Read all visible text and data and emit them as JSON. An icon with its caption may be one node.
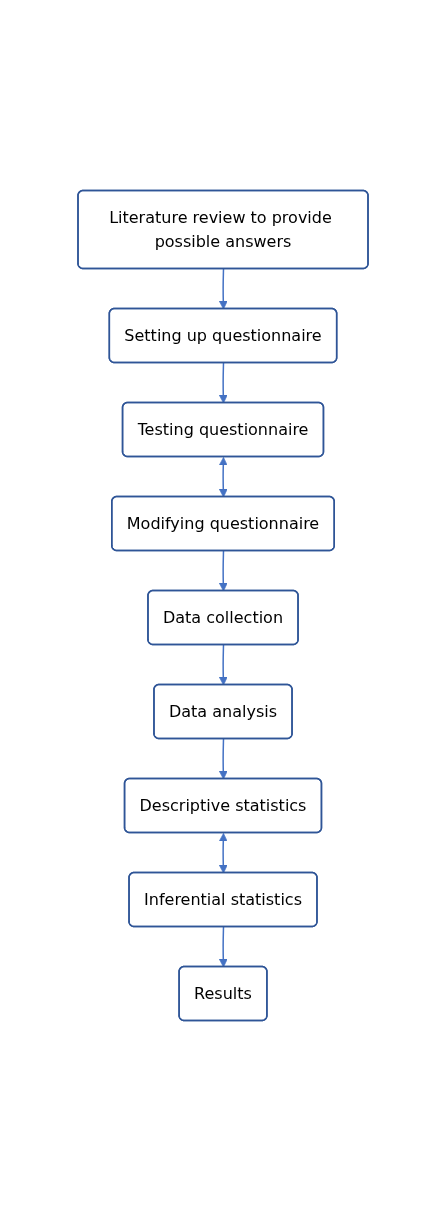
{
  "diagram": {
    "nodes": [
      {
        "text": [
          "Literature review to provide possible answers"
        ]
      },
      {
        "text": [
          "Setting up questionnaire"
        ]
      },
      {
        "text": [
          "Testing questionnaire"
        ]
      },
      {
        "text": [
          "Modifying questionnaire"
        ]
      },
      {
        "text": [
          "Data collection"
        ]
      },
      {
        "text": [
          "Data analysis"
        ]
      },
      {
        "text": [
          "Descriptive statistics"
        ]
      },
      {
        "text": [
          "Inferential statistics"
        ]
      },
      {
        "text": [
          "Results"
        ]
      }
    ],
    "edges": [
      {
        "from": 0,
        "to": 1,
        "arrow": "to"
      },
      {
        "from": 1,
        "to": 2,
        "arrow": "to"
      },
      {
        "from": 2,
        "to": 3,
        "arrow": "both"
      },
      {
        "from": 3,
        "to": 4,
        "arrow": "to"
      },
      {
        "from": 4,
        "to": 5,
        "arrow": "to"
      },
      {
        "from": 5,
        "to": 6,
        "arrow": "to"
      },
      {
        "from": 6,
        "to": 7,
        "arrow": "both"
      },
      {
        "from": 7,
        "to": 8,
        "arrow": "to"
      }
    ]
  }
}
